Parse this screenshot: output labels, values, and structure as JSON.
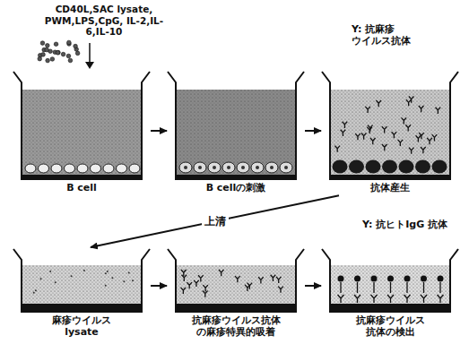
{
  "diagram": {
    "nodes": [
      {
        "text": [
          "B cell"
        ]
      },
      {
        "text": [
          "B cellの刺激"
        ]
      },
      {
        "text": [
          "抗体産生"
        ]
      },
      {
        "text": [
          "麻疹ウイルス lysate"
        ]
      },
      {
        "text": [
          "抗麻疹ウイルス抗体 の麻疹特異的吸着"
        ]
      },
      {
        "text": [
          "抗麻疹ウイルス 抗体の検出"
        ]
      }
    ],
    "edges": [
      {
        "from": 0,
        "to": 1,
        "arrow": "to"
      },
      {
        "from": 1,
        "to": 2,
        "arrow": "to"
      },
      {
        "from": 2,
        "to": 3,
        "label": "上清",
        "arrow": "to"
      },
      {
        "from": 3,
        "to": 4,
        "arrow": "to"
      },
      {
        "from": 4,
        "to": 5,
        "arrow": "to"
      }
    ],
    "labels": [
      "CD40L,SAC lysate, PWM,LPS,CpG, IL-2,IL-6,IL-10",
      "Y: 抗麻疹 ウイルス抗体",
      "Y: 抗ヒトIgG 抗体"
    ]
  }
}
